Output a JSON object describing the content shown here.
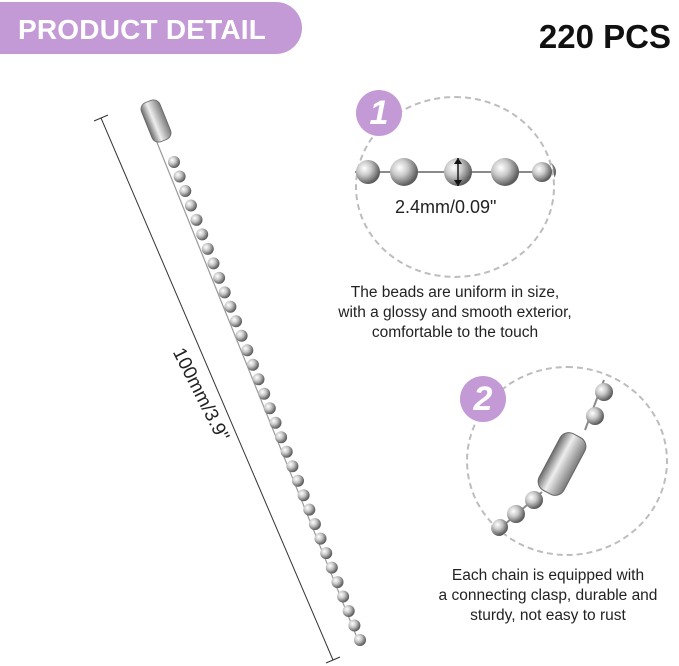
{
  "banner": {
    "label": "PRODUCT DETAIL",
    "color": "#c49ad6"
  },
  "quantity": "220 PCS",
  "chain": {
    "length_label": "100mm/3.9\""
  },
  "details": [
    {
      "badge": "1",
      "measurement": "2.4mm/0.09\"",
      "lines": [
        "The beads are uniform in size,",
        "with a glossy and smooth exterior,",
        "comfortable to the touch"
      ]
    },
    {
      "badge": "2",
      "lines": [
        "Each chain is equipped with",
        "a connecting clasp, durable and",
        "sturdy, not easy to rust"
      ]
    }
  ]
}
